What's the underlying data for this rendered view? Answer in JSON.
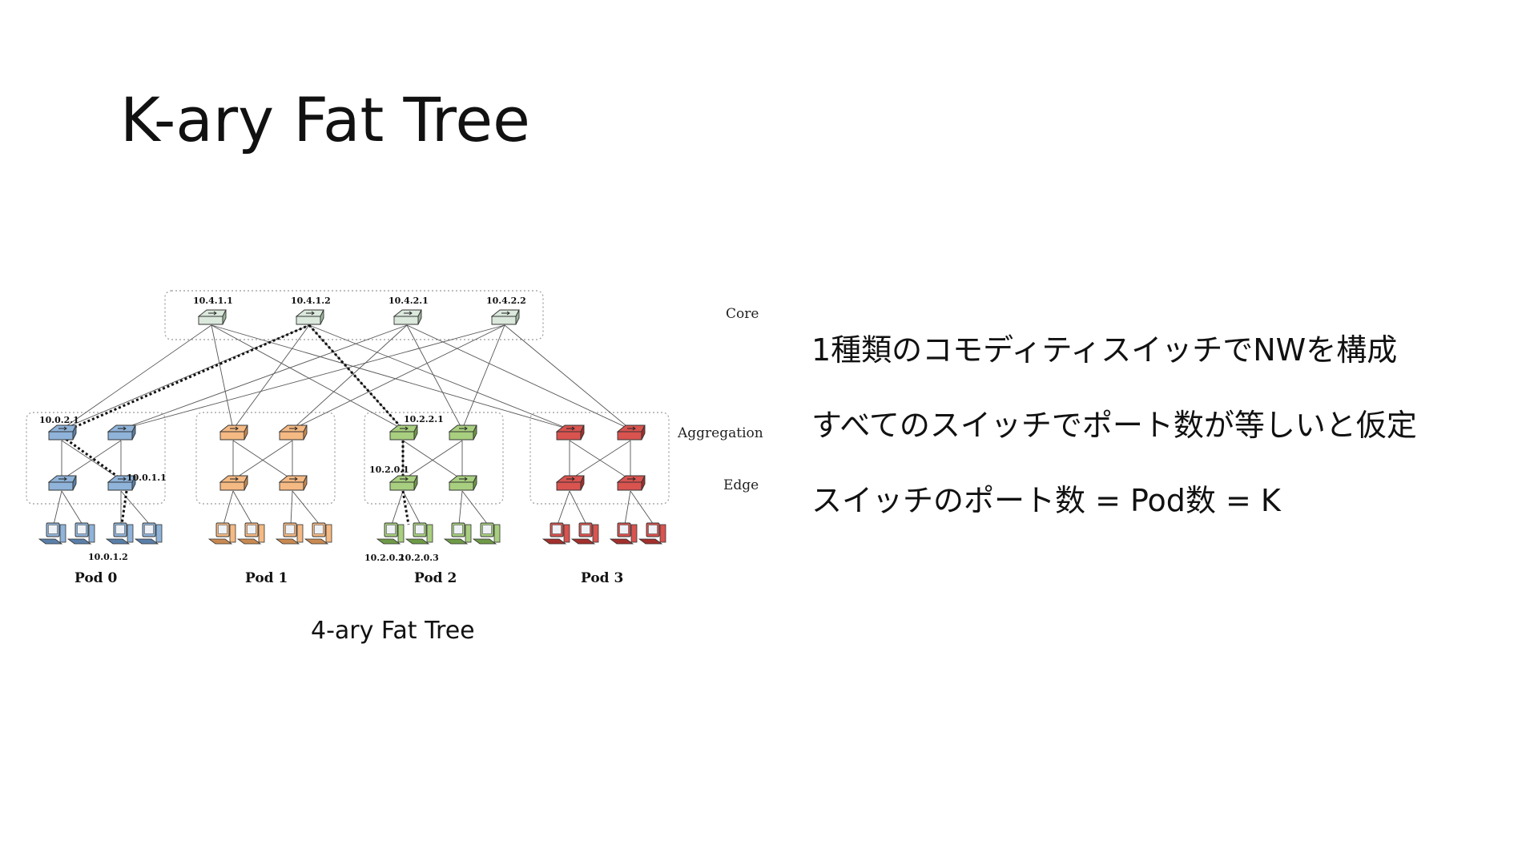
{
  "slide": {
    "title": "K-ary Fat Tree",
    "caption": "4-ary Fat Tree",
    "bullets": [
      "1種類のコモディティスイッチでNWを構成",
      "すべてのスイッチでポート数が等しいと仮定",
      "スイッチのポート数 = Pod数 = K"
    ]
  },
  "diagram": {
    "layers": {
      "core": "Core",
      "aggregation": "Aggregation",
      "edge": "Edge"
    },
    "core_switches": [
      {
        "label": "10.4.1.1"
      },
      {
        "label": "10.4.1.2"
      },
      {
        "label": "10.4.2.1"
      },
      {
        "label": "10.4.2.2"
      }
    ],
    "pods": [
      {
        "label": "Pod 0",
        "color": "#8fb3d9",
        "dark": "#5a7fa8"
      },
      {
        "label": "Pod 1",
        "color": "#f5b983",
        "dark": "#c98a52"
      },
      {
        "label": "Pod 2",
        "color": "#a8cf7f",
        "dark": "#6f9a48"
      },
      {
        "label": "Pod 3",
        "color": "#d9534f",
        "dark": "#a3302d"
      }
    ],
    "address_labels": {
      "pod0_agg": "10.0.2.1",
      "pod0_edge": "10.0.1.1",
      "pod0_host": "10.0.1.2",
      "pod2_agg": "10.2.2.1",
      "pod2_edge": "10.2.0.1",
      "pod2_host_a": "10.2.0.2",
      "pod2_host_b": "10.2.0.3"
    },
    "colors": {
      "core_switch": "#dbe8dc",
      "line": "#555555",
      "dashed_path": "#111111",
      "box_border": "#999999"
    }
  }
}
